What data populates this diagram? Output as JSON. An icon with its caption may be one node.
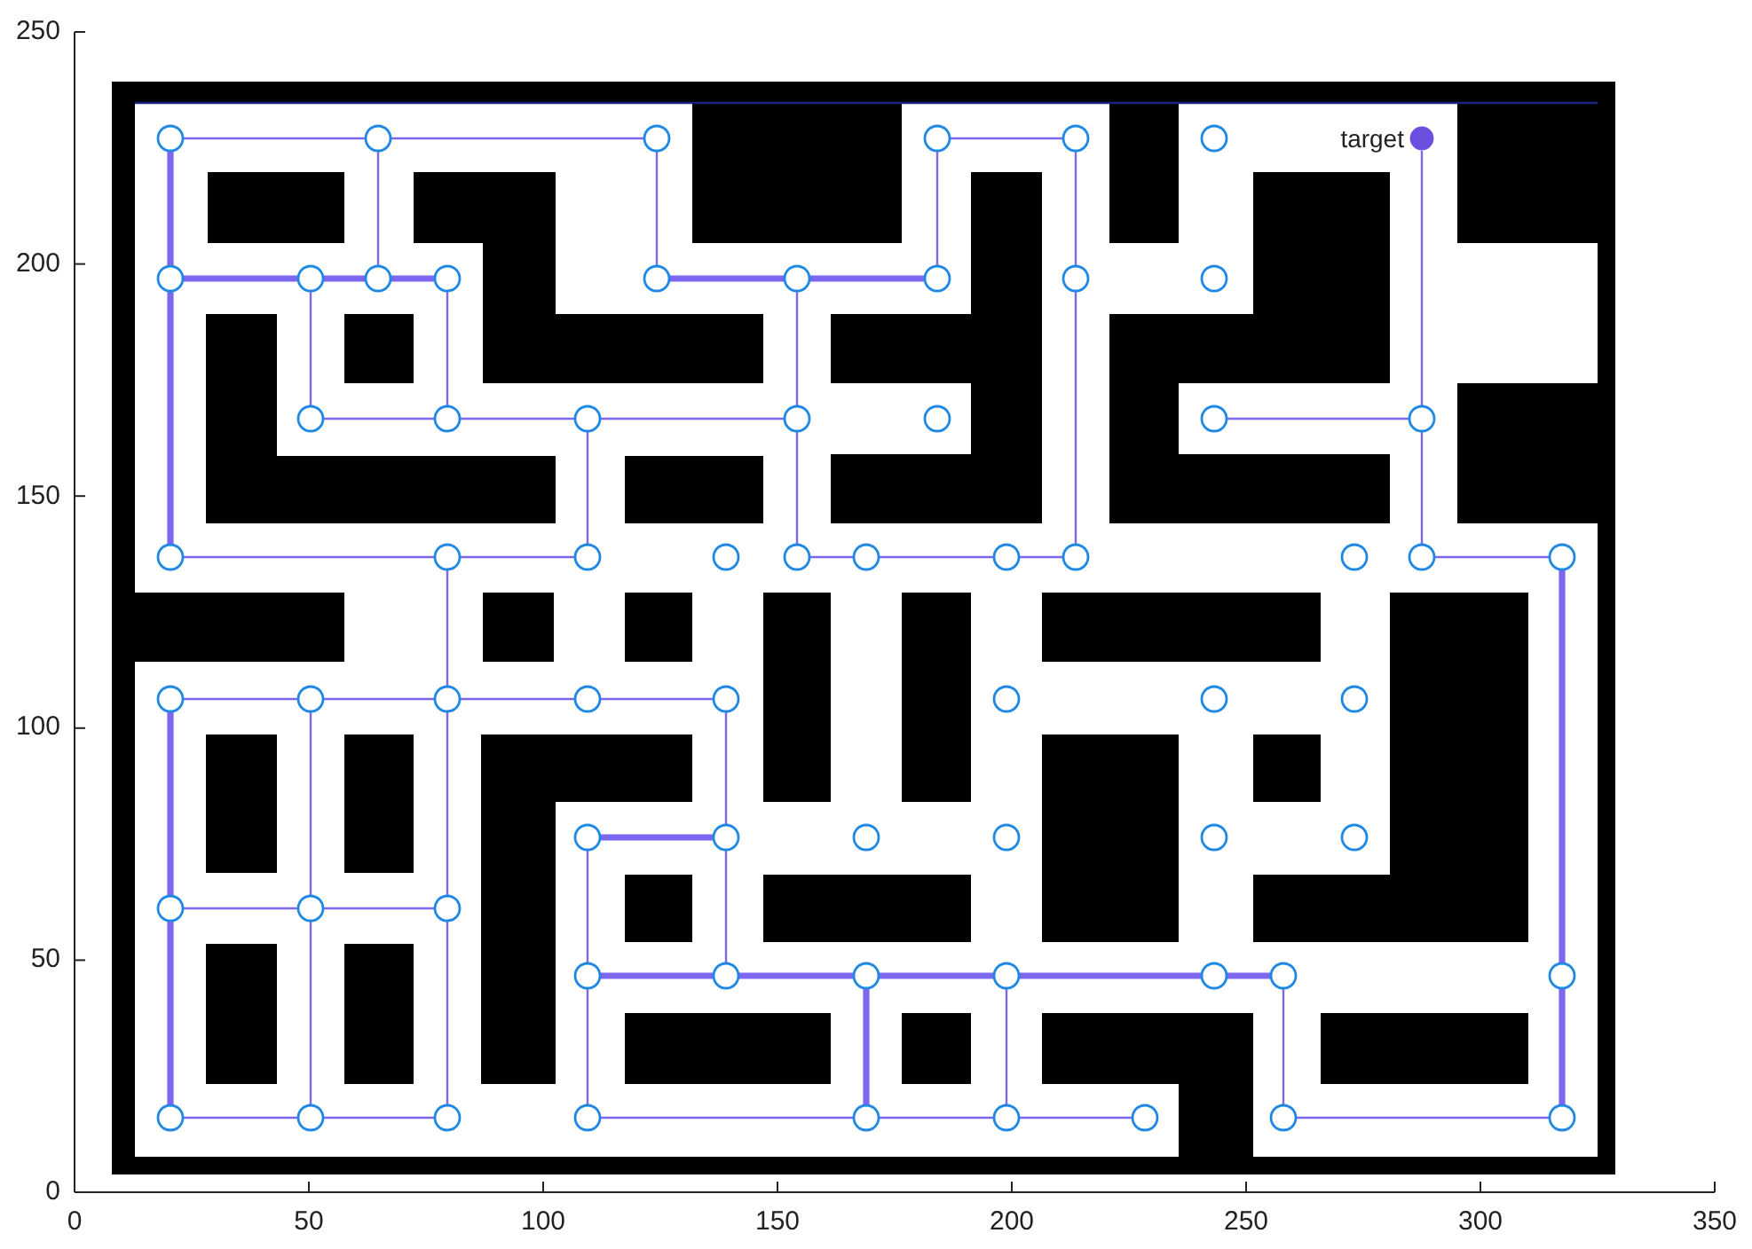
{
  "diagram": {
    "nodes": [
      {
        "text": [],
        "shape": "circle"
      },
      {
        "text": [],
        "shape": "circle"
      },
      {
        "text": [],
        "shape": "circle"
      },
      {
        "text": [],
        "shape": "circle"
      },
      {
        "text": [],
        "shape": "circle"
      },
      {
        "text": [],
        "shape": "circle"
      },
      {
        "text": [],
        "shape": "circle",
        "beside": [
          "target"
        ]
      },
      {
        "text": [],
        "shape": "circle"
      },
      {
        "text": [],
        "shape": "circle"
      },
      {
        "text": [],
        "shape": "circle"
      },
      {
        "text": [],
        "shape": "circle"
      },
      {
        "text": [],
        "shape": "circle"
      },
      {
        "text": [],
        "shape": "circle"
      },
      {
        "text": [],
        "shape": "circle"
      },
      {
        "text": [],
        "shape": "circle"
      },
      {
        "text": [],
        "shape": "circle"
      },
      {
        "text": [],
        "shape": "circle"
      },
      {
        "text": [],
        "shape": "circle"
      },
      {
        "text": [],
        "shape": "circle"
      },
      {
        "text": [],
        "shape": "circle"
      },
      {
        "text": [],
        "shape": "circle"
      },
      {
        "text": [],
        "shape": "circle"
      },
      {
        "text": [],
        "shape": "circle"
      },
      {
        "text": [],
        "shape": "circle"
      },
      {
        "text": [],
        "shape": "circle"
      },
      {
        "text": [],
        "shape": "circle"
      },
      {
        "text": [],
        "shape": "circle"
      },
      {
        "text": [],
        "shape": "circle"
      },
      {
        "text": [],
        "shape": "circle"
      },
      {
        "text": [],
        "shape": "circle"
      },
      {
        "text": [],
        "shape": "circle"
      },
      {
        "text": [],
        "shape": "circle"
      },
      {
        "text": [],
        "shape": "circle"
      },
      {
        "text": [],
        "shape": "circle"
      },
      {
        "text": [],
        "shape": "circle"
      },
      {
        "text": [],
        "shape": "circle"
      },
      {
        "text": [],
        "shape": "circle"
      },
      {
        "text": [],
        "shape": "circle"
      },
      {
        "text": [],
        "shape": "circle"
      },
      {
        "text": [],
        "shape": "circle"
      },
      {
        "text": [],
        "shape": "circle"
      },
      {
        "text": [],
        "shape": "circle"
      },
      {
        "text": [],
        "shape": "circle"
      },
      {
        "text": [],
        "shape": "circle"
      },
      {
        "text": [],
        "shape": "circle"
      },
      {
        "text": [],
        "shape": "circle"
      },
      {
        "text": [],
        "shape": "circle"
      },
      {
        "text": [],
        "shape": "circle"
      },
      {
        "text": [],
        "shape": "circle"
      },
      {
        "text": [],
        "shape": "circle"
      },
      {
        "text": [],
        "shape": "circle"
      },
      {
        "text": [],
        "shape": "circle"
      },
      {
        "text": [],
        "shape": "circle"
      },
      {
        "text": [],
        "shape": "circle"
      },
      {
        "text": [],
        "shape": "circle"
      },
      {
        "text": [],
        "shape": "circle"
      },
      {
        "text": [],
        "shape": "circle"
      },
      {
        "text": [],
        "shape": "circle"
      },
      {
        "text": [],
        "shape": "circle"
      },
      {
        "text": [],
        "shape": "circle"
      },
      {
        "text": [],
        "shape": "circle"
      },
      {
        "text": [],
        "shape": "circle"
      },
      {
        "text": [],
        "shape": "circle"
      },
      {
        "text": [],
        "shape": "circle"
      },
      {
        "text": [],
        "shape": "circle"
      },
      {
        "text": [],
        "shape": "circle"
      },
      {
        "text": [],
        "shape": "circle"
      }
    ],
    "edges": [
      {
        "from": 0,
        "to": 1,
        "arrow": "none"
      },
      {
        "from": 1,
        "to": 2,
        "arrow": "none"
      },
      {
        "from": 1,
        "to": 9,
        "arrow": "none"
      },
      {
        "from": 2,
        "to": 11,
        "arrow": "none"
      },
      {
        "from": 0,
        "to": 7,
        "arrow": "none",
        "style": "thick"
      },
      {
        "from": 7,
        "to": 23,
        "arrow": "none",
        "style": "thick"
      },
      {
        "from": 7,
        "to": 8,
        "arrow": "none",
        "style": "thick"
      },
      {
        "from": 8,
        "to": 9,
        "arrow": "none",
        "style": "thick"
      },
      {
        "from": 9,
        "to": 10,
        "arrow": "none",
        "style": "thick"
      },
      {
        "from": 11,
        "to": 12,
        "arrow": "none",
        "style": "thick"
      },
      {
        "from": 12,
        "to": 13,
        "arrow": "none",
        "style": "thick"
      },
      {
        "from": 3,
        "to": 13,
        "arrow": "none"
      },
      {
        "from": 3,
        "to": 4,
        "arrow": "none"
      },
      {
        "from": 4,
        "to": 14,
        "arrow": "none"
      },
      {
        "from": 14,
        "to": 30,
        "arrow": "none"
      },
      {
        "from": 8,
        "to": 16,
        "arrow": "none"
      },
      {
        "from": 10,
        "to": 17,
        "arrow": "none"
      },
      {
        "from": 16,
        "to": 17,
        "arrow": "none"
      },
      {
        "from": 17,
        "to": 18,
        "arrow": "none"
      },
      {
        "from": 18,
        "to": 19,
        "arrow": "none"
      },
      {
        "from": 12,
        "to": 19,
        "arrow": "none"
      },
      {
        "from": 19,
        "to": 27,
        "arrow": "none"
      },
      {
        "from": 18,
        "to": 25,
        "arrow": "none"
      },
      {
        "from": 23,
        "to": 24,
        "arrow": "none"
      },
      {
        "from": 24,
        "to": 25,
        "arrow": "none"
      },
      {
        "from": 27,
        "to": 28,
        "arrow": "none"
      },
      {
        "from": 28,
        "to": 29,
        "arrow": "none"
      },
      {
        "from": 29,
        "to": 30,
        "arrow": "none"
      },
      {
        "from": 24,
        "to": 36,
        "arrow": "none"
      },
      {
        "from": 21,
        "to": 22,
        "arrow": "none"
      },
      {
        "from": 6,
        "to": 22,
        "arrow": "none"
      },
      {
        "from": 22,
        "to": 32,
        "arrow": "none"
      },
      {
        "from": 32,
        "to": 33,
        "arrow": "none"
      },
      {
        "from": 33,
        "to": 57,
        "arrow": "none",
        "style": "thick"
      },
      {
        "from": 57,
        "to": 66,
        "arrow": "none",
        "style": "thick"
      },
      {
        "from": 34,
        "to": 35,
        "arrow": "none"
      },
      {
        "from": 35,
        "to": 36,
        "arrow": "none"
      },
      {
        "from": 36,
        "to": 37,
        "arrow": "none"
      },
      {
        "from": 37,
        "to": 38,
        "arrow": "none"
      },
      {
        "from": 34,
        "to": 48,
        "arrow": "none",
        "style": "thick"
      },
      {
        "from": 48,
        "to": 58,
        "arrow": "none",
        "style": "thick"
      },
      {
        "from": 35,
        "to": 49,
        "arrow": "none"
      },
      {
        "from": 49,
        "to": 59,
        "arrow": "none"
      },
      {
        "from": 36,
        "to": 50,
        "arrow": "none"
      },
      {
        "from": 50,
        "to": 60,
        "arrow": "none"
      },
      {
        "from": 48,
        "to": 49,
        "arrow": "none"
      },
      {
        "from": 49,
        "to": 50,
        "arrow": "none"
      },
      {
        "from": 58,
        "to": 59,
        "arrow": "none"
      },
      {
        "from": 59,
        "to": 60,
        "arrow": "none"
      },
      {
        "from": 38,
        "to": 43,
        "arrow": "none"
      },
      {
        "from": 43,
        "to": 52,
        "arrow": "none"
      },
      {
        "from": 42,
        "to": 43,
        "arrow": "none",
        "style": "thick"
      },
      {
        "from": 42,
        "to": 51,
        "arrow": "none"
      },
      {
        "from": 51,
        "to": 61,
        "arrow": "none"
      },
      {
        "from": 51,
        "to": 52,
        "arrow": "none",
        "style": "thick"
      },
      {
        "from": 52,
        "to": 53,
        "arrow": "none",
        "style": "thick"
      },
      {
        "from": 53,
        "to": 62,
        "arrow": "none",
        "style": "thick"
      },
      {
        "from": 61,
        "to": 62,
        "arrow": "none"
      },
      {
        "from": 53,
        "to": 54,
        "arrow": "none",
        "style": "thick"
      },
      {
        "from": 54,
        "to": 55,
        "arrow": "none",
        "style": "thick"
      },
      {
        "from": 55,
        "to": 56,
        "arrow": "none",
        "style": "thick"
      },
      {
        "from": 54,
        "to": 63,
        "arrow": "none"
      },
      {
        "from": 62,
        "to": 63,
        "arrow": "none"
      },
      {
        "from": 63,
        "to": 64,
        "arrow": "none"
      },
      {
        "from": 56,
        "to": 65,
        "arrow": "none"
      },
      {
        "from": 65,
        "to": 66,
        "arrow": "none"
      }
    ],
    "labels": [
      "250",
      "200",
      "150",
      "100",
      "50",
      "0",
      "0",
      "50",
      "100",
      "150",
      "200",
      "250",
      "300",
      "350"
    ]
  }
}
